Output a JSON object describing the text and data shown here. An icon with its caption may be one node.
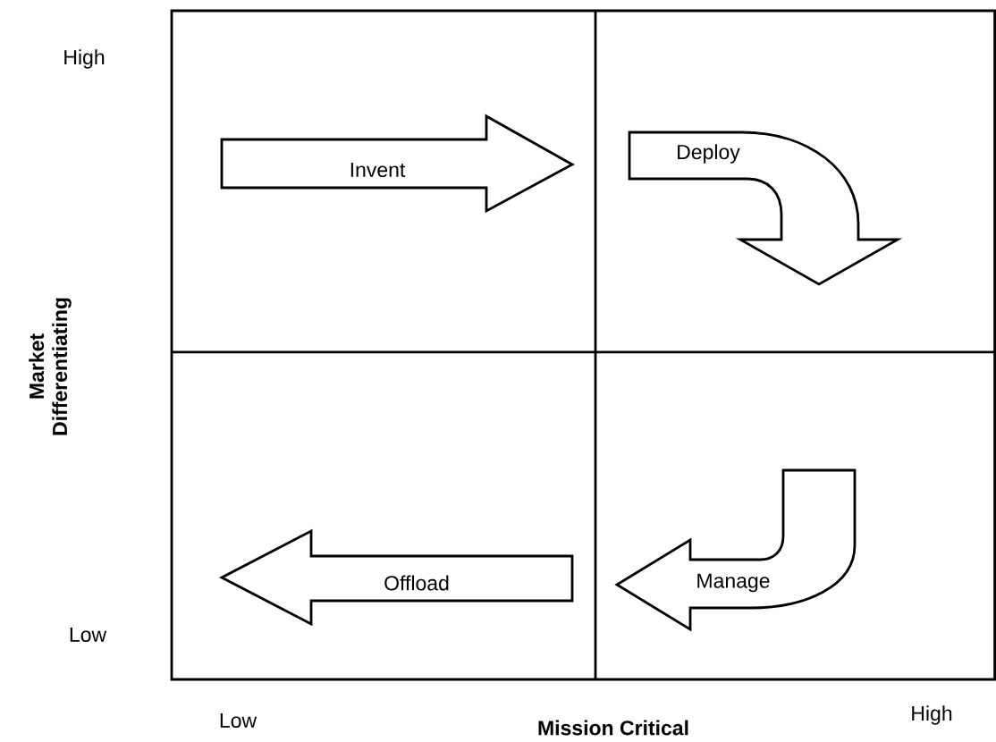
{
  "diagram": {
    "nodes": [
      {
        "text": [
          "Invent"
        ]
      },
      {
        "text": [
          "Deploy"
        ]
      },
      {
        "text": [
          "Offload"
        ]
      },
      {
        "text": [
          "Manage"
        ]
      }
    ],
    "labels": [
      "High",
      "Market Differentiating",
      "Low",
      "Low",
      "Mission Critical",
      "High"
    ]
  }
}
